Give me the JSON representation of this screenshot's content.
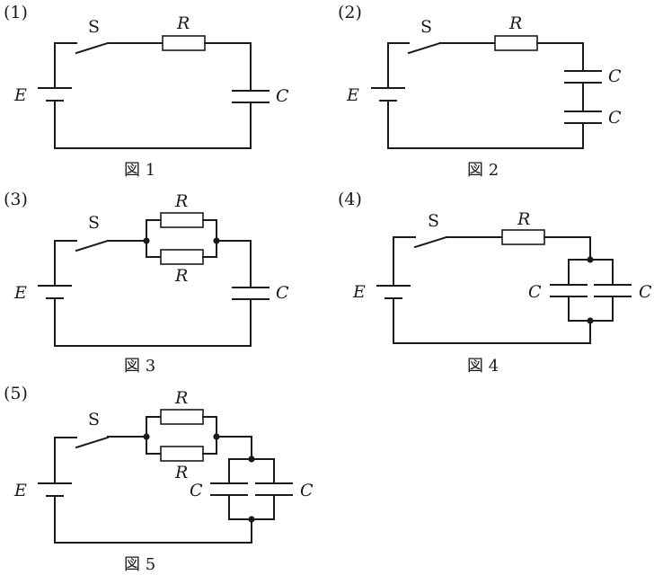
{
  "labels": {
    "battery": "E",
    "switch": "S",
    "resistor": "R",
    "capacitor": "C"
  },
  "circuits": [
    {
      "number": "(1)",
      "caption": "図 1"
    },
    {
      "number": "(2)",
      "caption": "図 2"
    },
    {
      "number": "(3)",
      "caption": "図 3"
    },
    {
      "number": "(4)",
      "caption": "図 4"
    },
    {
      "number": "(5)",
      "caption": "図 5"
    }
  ]
}
